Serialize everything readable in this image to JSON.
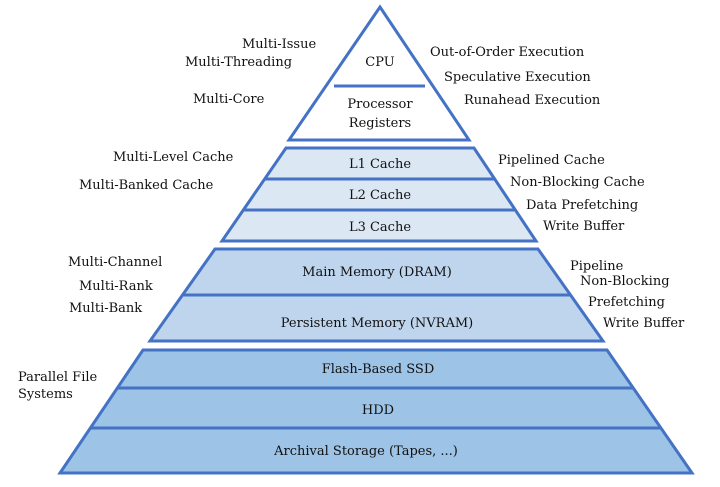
{
  "colors": {
    "stroke": "#4472c4",
    "cpu_fill": "#ffffff",
    "cache_fill": "#dce7f4",
    "memory_fill": "#bed5ed",
    "storage_fill": "#9dc3e6"
  },
  "tiers": {
    "cpu": {
      "bands": [
        "CPU",
        "Processor",
        "Registers"
      ]
    },
    "cache": {
      "bands": [
        "L1 Cache",
        "L2 Cache",
        "L3 Cache"
      ]
    },
    "memory": {
      "bands": [
        "Main Memory (DRAM)",
        "Persistent Memory (NVRAM)"
      ]
    },
    "storage": {
      "bands": [
        "Flash-Based SSD",
        "HDD",
        "Archival Storage (Tapes, ...)"
      ]
    }
  },
  "left_labels": {
    "cpu": [
      "Multi-Issue",
      "Multi-Threading",
      "Multi-Core"
    ],
    "cache": [
      "Multi-Level Cache",
      "Multi-Banked Cache"
    ],
    "memory": [
      "Multi-Channel",
      "Multi-Rank",
      "Multi-Bank"
    ],
    "storage": [
      "Parallel File",
      "Systems"
    ]
  },
  "right_labels": {
    "cpu": [
      "Out-of-Order Execution",
      "Speculative Execution",
      "Runahead Execution"
    ],
    "cache": [
      "Pipelined Cache",
      "Non-Blocking Cache",
      "Data Prefetching",
      "Write Buffer"
    ],
    "memory": [
      "Pipeline",
      "Non-Blocking",
      "Prefetching",
      "Write Buffer"
    ]
  }
}
